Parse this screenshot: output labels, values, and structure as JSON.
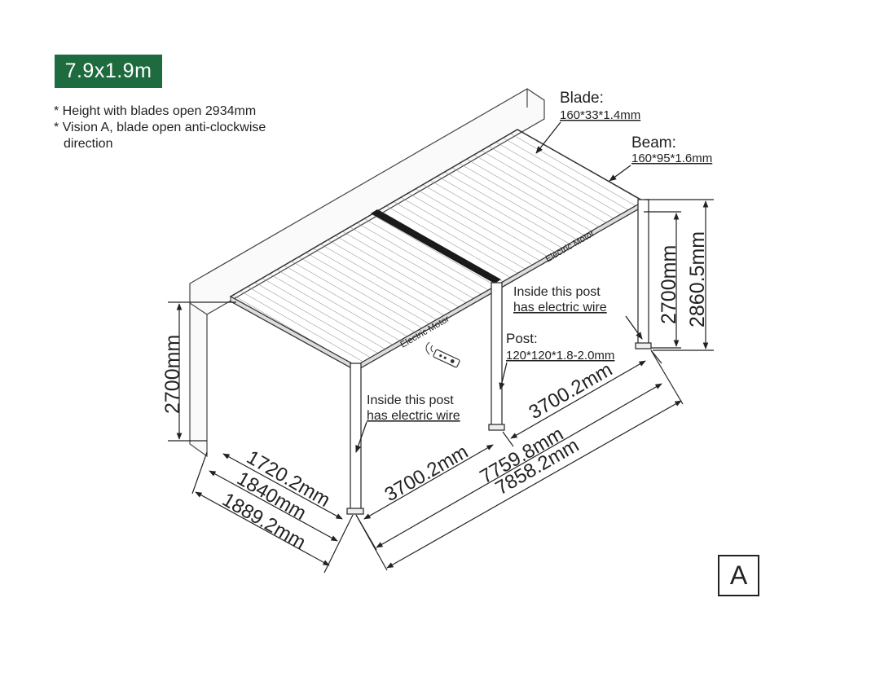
{
  "size_badge": "7.9x1.9m",
  "notes": {
    "line1": "* Height with blades open 2934mm",
    "line2": "* Vision A, blade open anti-clockwise",
    "line3": "direction"
  },
  "callouts": {
    "blade_title": "Blade:",
    "blade_spec": "160*33*1.4mm",
    "beam_title": "Beam:",
    "beam_spec": "160*95*1.6mm",
    "post_title": "Post:",
    "post_spec": "120*120*1.8-2.0mm",
    "wire_right_1": "Inside this post",
    "wire_right_2": "has electric wire",
    "wire_left_1": "Inside this post",
    "wire_left_2": "has electric wire",
    "motor_right": "Electric Motor",
    "motor_left": "Electric Motor"
  },
  "dimensions": {
    "height_wall": "2700mm",
    "height_post": "2700mm",
    "height_total": "2860.5mm",
    "span_front": "3700.2mm",
    "span_back": "3700.2mm",
    "length_mid": "7759.8mm",
    "length_total": "7858.2mm",
    "width_inner": "1720.2mm",
    "width_mid": "1840mm",
    "width_total": "1889.2mm"
  },
  "vision_label": "A",
  "colors": {
    "badge": "#1d6b3f",
    "line": "#333333",
    "motor_beam": "#1a1a1a"
  }
}
